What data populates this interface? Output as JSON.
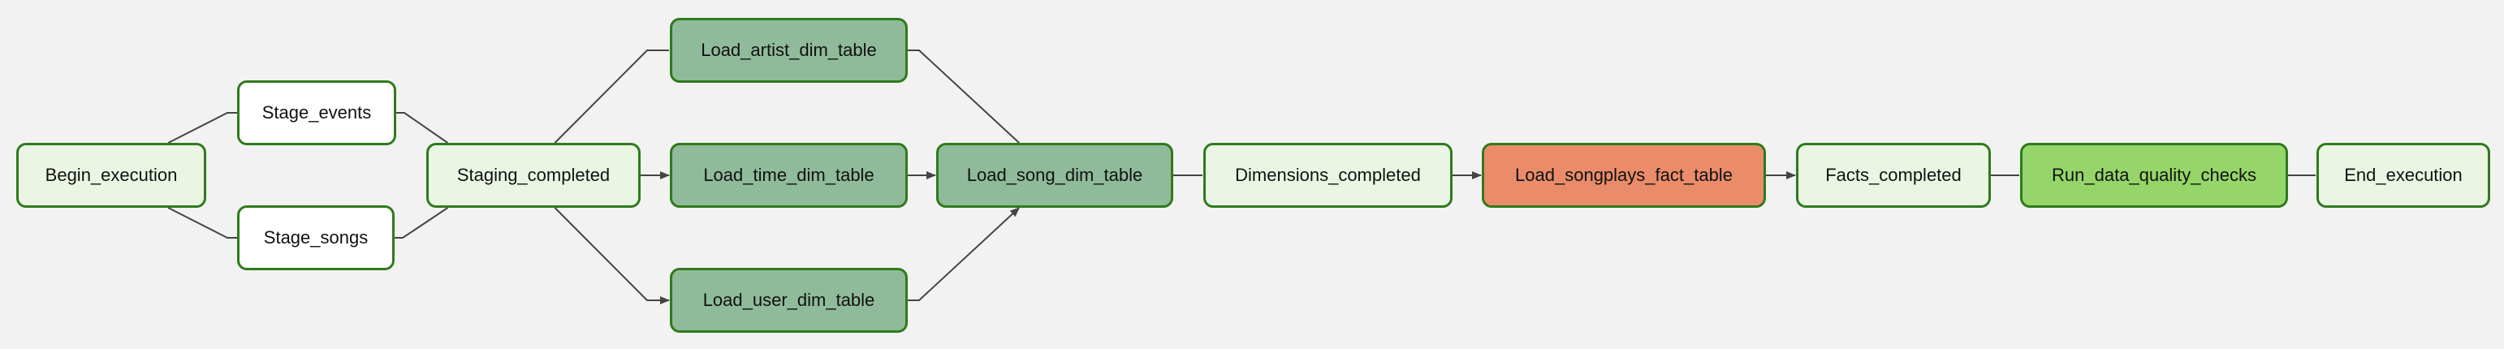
{
  "colors": {
    "background": "#f2f2f2",
    "border": "#2f7a1c",
    "edge": "#444444",
    "white": "#ffffff",
    "pale_green": "#eaf6e3",
    "sage": "#8fbb9a",
    "salmon": "#ea8c6a",
    "lime": "#95d569"
  },
  "nodes": [
    {
      "id": "begin_execution",
      "label": "Begin_execution",
      "fill": "#eaf6e3"
    },
    {
      "id": "stage_events",
      "label": "Stage_events",
      "fill": "#ffffff"
    },
    {
      "id": "stage_songs",
      "label": "Stage_songs",
      "fill": "#ffffff"
    },
    {
      "id": "staging_completed",
      "label": "Staging_completed",
      "fill": "#eaf6e3"
    },
    {
      "id": "load_artist_dim_table",
      "label": "Load_artist_dim_table",
      "fill": "#8fbb9a"
    },
    {
      "id": "load_time_dim_table",
      "label": "Load_time_dim_table",
      "fill": "#8fbb9a"
    },
    {
      "id": "load_user_dim_table",
      "label": "Load_user_dim_table",
      "fill": "#8fbb9a"
    },
    {
      "id": "load_song_dim_table",
      "label": "Load_song_dim_table",
      "fill": "#8fbb9a"
    },
    {
      "id": "dimensions_completed",
      "label": "Dimensions_completed",
      "fill": "#eaf6e3"
    },
    {
      "id": "load_songplays_fact_table",
      "label": "Load_songplays_fact_table",
      "fill": "#ea8c6a"
    },
    {
      "id": "facts_completed",
      "label": "Facts_completed",
      "fill": "#eaf6e3"
    },
    {
      "id": "run_data_quality_checks",
      "label": "Run_data_quality_checks",
      "fill": "#95d569"
    },
    {
      "id": "end_execution",
      "label": "End_execution",
      "fill": "#eaf6e3"
    }
  ],
  "edges": [
    {
      "from": "begin_execution",
      "to": "stage_events",
      "arrow": false
    },
    {
      "from": "begin_execution",
      "to": "stage_songs",
      "arrow": false
    },
    {
      "from": "stage_events",
      "to": "staging_completed",
      "arrow": false
    },
    {
      "from": "stage_songs",
      "to": "staging_completed",
      "arrow": false
    },
    {
      "from": "staging_completed",
      "to": "load_artist_dim_table",
      "arrow": false
    },
    {
      "from": "staging_completed",
      "to": "load_time_dim_table",
      "arrow": true
    },
    {
      "from": "staging_completed",
      "to": "load_user_dim_table",
      "arrow": true
    },
    {
      "from": "load_artist_dim_table",
      "to": "load_song_dim_table",
      "arrow": false
    },
    {
      "from": "load_time_dim_table",
      "to": "load_song_dim_table",
      "arrow": true
    },
    {
      "from": "load_user_dim_table",
      "to": "load_song_dim_table",
      "arrow": true
    },
    {
      "from": "load_song_dim_table",
      "to": "dimensions_completed",
      "arrow": false
    },
    {
      "from": "dimensions_completed",
      "to": "load_songplays_fact_table",
      "arrow": true
    },
    {
      "from": "load_songplays_fact_table",
      "to": "facts_completed",
      "arrow": true
    },
    {
      "from": "facts_completed",
      "to": "run_data_quality_checks",
      "arrow": false
    },
    {
      "from": "run_data_quality_checks",
      "to": "end_execution",
      "arrow": false
    }
  ]
}
